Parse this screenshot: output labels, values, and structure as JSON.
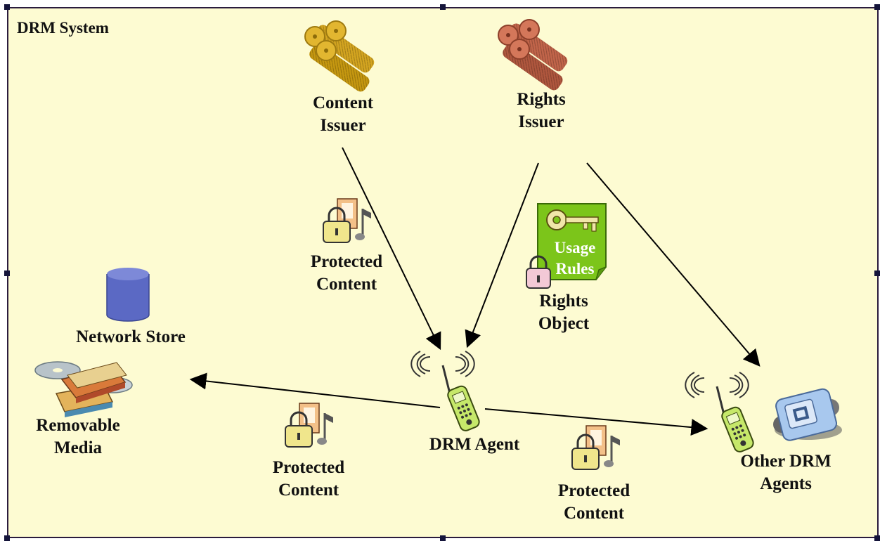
{
  "diagram": {
    "system_label": "DRM System",
    "nodes": {
      "content_issuer": "Content\nIssuer",
      "rights_issuer": "Rights\nIssuer",
      "network_store": "Network Store",
      "removable_media": "Removable\nMedia",
      "drm_agent": "DRM Agent",
      "other_drm_agents": "Other DRM\nAgents",
      "rights_object": "Rights\nObject",
      "usage_rules": "Usage\nRules"
    },
    "edge_labels": {
      "protected_content_issuer": "Protected\nContent",
      "protected_content_store": "Protected\nContent",
      "protected_content_agents": "Protected\nContent"
    },
    "colors": {
      "background": "#fdfbd2",
      "content_issuer_gears": "#d4a520",
      "rights_issuer_gears": "#c2654a",
      "usage_rules_doc": "#7cc51a",
      "database": "#5b69c4",
      "lock": "#f0e68c"
    },
    "icons": [
      "gear-icon",
      "gear-icon",
      "database-icon",
      "media-icon",
      "phone-icon",
      "lock-icon",
      "key-icon",
      "device-icon"
    ]
  }
}
